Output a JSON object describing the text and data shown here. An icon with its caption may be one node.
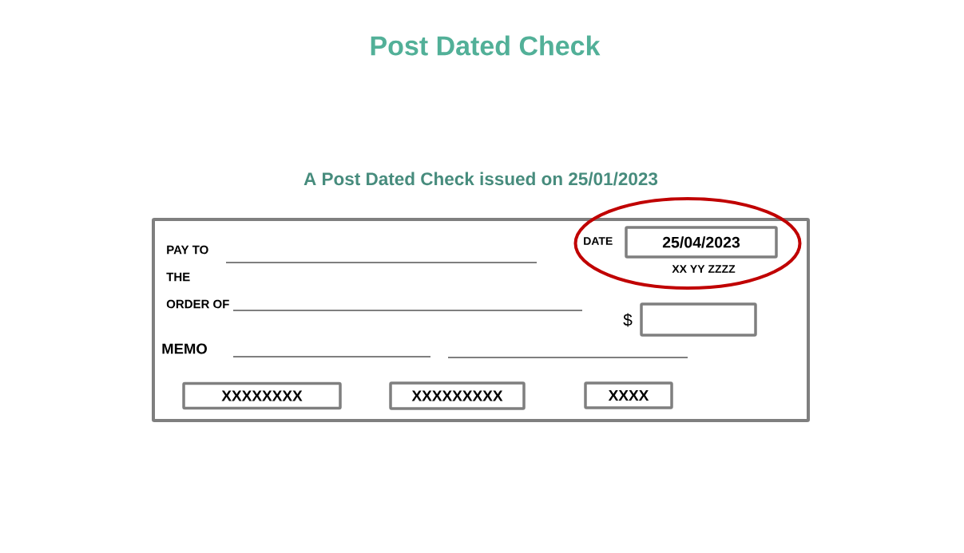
{
  "diagram": {
    "title": "Post Dated Check",
    "nodes": [
      {
        "text": [
          "A Post Dated Check issued on 25/01/2023",
          "PAY TO",
          "THE",
          "ORDER OF",
          "MEMO",
          "$"
        ]
      },
      {
        "text": [
          "DATE",
          "XX YY ZZZZ"
        ]
      },
      {
        "text": [
          "25/04/2023"
        ]
      },
      {
        "text": [],
        "shape": "box",
        "in": 0
      },
      {
        "text": [
          "XXXXXXXX"
        ],
        "in": 0
      },
      {
        "text": [
          "XXXXXXXXX"
        ],
        "in": 0
      },
      {
        "text": [
          "XXXX"
        ],
        "in": 0
      }
    ]
  }
}
